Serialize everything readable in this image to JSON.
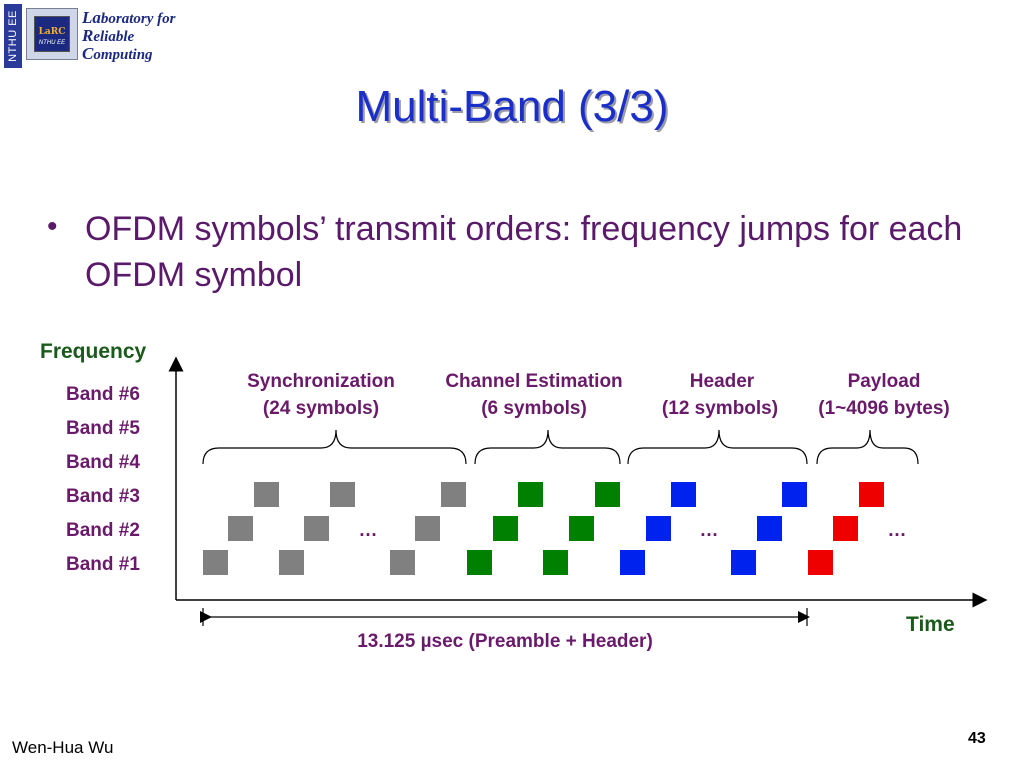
{
  "header": {
    "side_tag": "NTHU EE",
    "logo": {
      "chip_mark": "LaRC",
      "chip_sub": "NTHU EE",
      "lines": [
        {
          "cap": "La",
          "rest": "boratory for"
        },
        {
          "cap": "R",
          "rest": "eliable"
        },
        {
          "cap": "C",
          "rest": "omputing"
        }
      ]
    }
  },
  "title": "Multi-Band (3/3)",
  "bullet": "OFDM symbols’ transmit orders: frequency jumps for each OFDM symbol",
  "diagram": {
    "y_axis_label": "Frequency",
    "x_axis_label": "Time",
    "bands": [
      "Band #6",
      "Band #5",
      "Band #4",
      "Band #3",
      "Band #2",
      "Band #1"
    ],
    "groups": [
      {
        "label": "Synchronization",
        "sub": "(24 symbols)",
        "color": "#808080"
      },
      {
        "label": "Channel Estimation",
        "sub": "(6 symbols)",
        "color": "#008000"
      },
      {
        "label": "Header",
        "sub": "(12 symbols)",
        "color": "#0022ee"
      },
      {
        "label": "Payload",
        "sub": "(1~4096 bytes)",
        "color": "#ee0000"
      }
    ],
    "ellipsis": "…",
    "duration_label": "13.125 µsec (Preamble + Header)"
  },
  "footer": {
    "author": "Wen-Hua Wu",
    "page": "43"
  }
}
